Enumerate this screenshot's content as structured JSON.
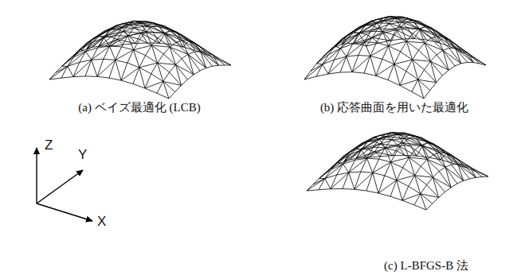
{
  "diagram": {
    "labels": [
      "(a) ベイズ最適化 (LCB)",
      "(b) 応答曲面を用いた最適化",
      "(c) L-BFGS-B 法",
      "Z",
      "Y",
      "X"
    ]
  }
}
